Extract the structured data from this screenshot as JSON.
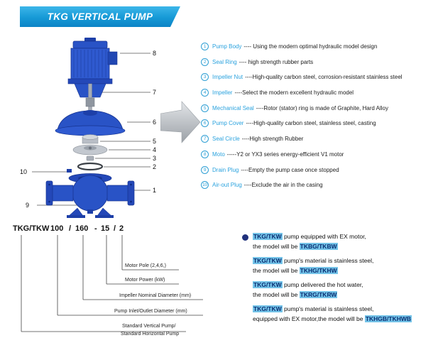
{
  "header": {
    "title": "TKG VERTICAL PUMP"
  },
  "diagram": {
    "callouts": [
      "8",
      "7",
      "6",
      "5",
      "4",
      "3",
      "2",
      "10",
      "1",
      "9"
    ]
  },
  "parts_list": [
    {
      "num": "1",
      "name": "Pump Body",
      "desc": "---- Using the modern optimal hydraulic model design"
    },
    {
      "num": "2",
      "name": "Seal Ring",
      "desc": "---- high strength rubber parts"
    },
    {
      "num": "3",
      "name": "Impeller Nut",
      "desc": "----High-quality carbon steel, corrosion-resistant stainless steel"
    },
    {
      "num": "4",
      "name": "Impeller",
      "desc": "----Select the modern excellent hydraulic model"
    },
    {
      "num": "5",
      "name": "Mechanical Seal",
      "desc": "----Rotor (stator) ring is made of Graphite, Hard Alloy"
    },
    {
      "num": "6",
      "name": "Pump Cover",
      "desc": "----High-quality carbon steel, stainless steel, casting"
    },
    {
      "num": "7",
      "name": "Seal Circle",
      "desc": "----High strength Rubber"
    },
    {
      "num": "8",
      "name": "Moto",
      "desc": "-----Y2 or YX3 series energy-efficient V1 motor"
    },
    {
      "num": "9",
      "name": "Drain Plug",
      "desc": "----Empty the pump case once stopped"
    },
    {
      "num": "10",
      "name": "Air-out Plug",
      "desc": "----Exclude the air in the casing"
    }
  ],
  "model_code": {
    "tokens": [
      "TKG/TKW",
      "100",
      "/",
      "160",
      "-",
      "15",
      "/",
      "2"
    ],
    "labels": [
      {
        "line1": "Motor Pole (2,4,6,)",
        "line2": ""
      },
      {
        "line1": "Motor Power  (kW)",
        "line2": ""
      },
      {
        "line1": "Impeller Nominal Diameter (mm)",
        "line2": ""
      },
      {
        "line1": "Pump Inlet/Outlet Diameter (mm)",
        "line2": ""
      },
      {
        "line1": "Standard Vertical Pump/",
        "line2": "Standard  Horizontal Pump"
      }
    ]
  },
  "notes": [
    {
      "brand": "TKG/TKW",
      "rest1": " pump equipped with EX motor,",
      "pre2": "the model will be ",
      "model": "TKBG/TKBW"
    },
    {
      "brand": "TKG/TKW",
      "rest1": " pump's material is stainless steel,",
      "pre2": "the model will be ",
      "model": "TKHG/TKHW"
    },
    {
      "brand": "TKG/TKW",
      "rest1": " pump delivered the hot water,",
      "pre2": "the model will be ",
      "model": "TKRG/TKRW"
    },
    {
      "brand": "TKG/TKW",
      "rest1": " pump's material is stainless steel,",
      "pre2": "equipped with EX motor,the model will be ",
      "model": "TKHGB/TKHWB"
    }
  ],
  "colors": {
    "banner_blue": "#1699d6",
    "accent_blue": "#29a3dc",
    "highlight_bg": "#74c3e8",
    "pump_blue": "#2953c6"
  }
}
